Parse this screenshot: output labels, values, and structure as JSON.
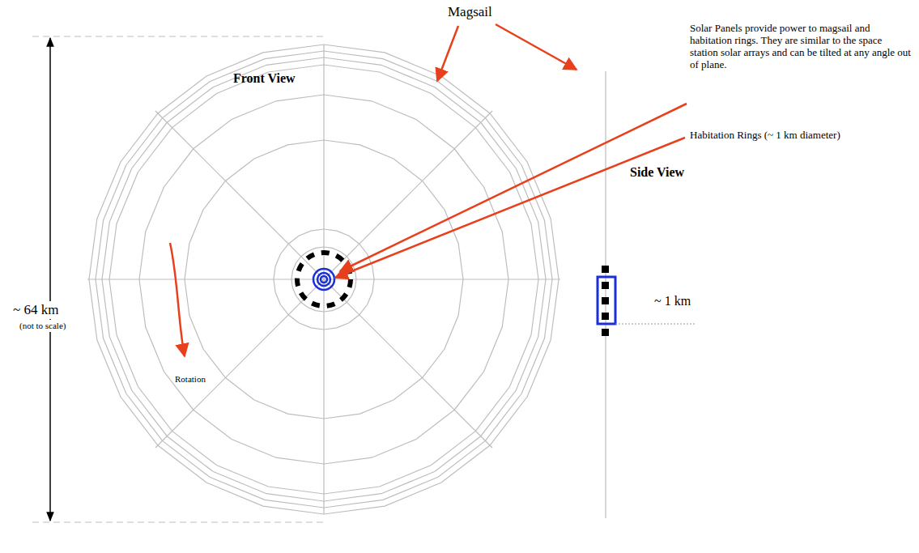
{
  "diagram": {
    "labels": [
      "Magsail",
      "Front View",
      "Side View",
      "Solar Panels provide power to magsail and habitation rings.  They are similar to the space station solar arrays and can be tilted at any angle out of plane.",
      "Habitation Rings (~ 1 km diameter)",
      "~ 64 km",
      "(not to scale)",
      "Rotation",
      "~ 1 km"
    ]
  }
}
